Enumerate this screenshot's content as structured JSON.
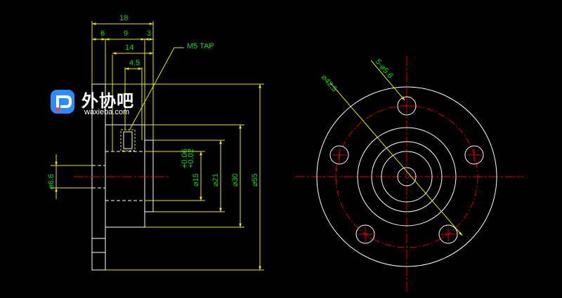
{
  "colors": {
    "background": "#000000",
    "outline": "#ffffff",
    "dimension": "#e8e800",
    "dimension_text": "#00e000",
    "center": "#e00000",
    "logo": "#2a8cff"
  },
  "side_view": {
    "dims": {
      "overall": "18",
      "flange": "6",
      "body": "9",
      "step": "3",
      "length14": "14",
      "tap_offset": "4.5",
      "tap_label": "M5 TAP",
      "bore": "⌀6.6",
      "tol_upper": "+0.06",
      "tol_lower": "+0.02",
      "d15": "⌀15",
      "d21": "⌀21",
      "d30": "⌀30",
      "d55": "⌀55"
    }
  },
  "front_view": {
    "dims": {
      "pcd": "⌀42.5",
      "holes": "5-⌀5.6"
    }
  },
  "watermark": {
    "name": "外协吧",
    "url": "waxieba.com",
    "icon": "logo-icon"
  }
}
